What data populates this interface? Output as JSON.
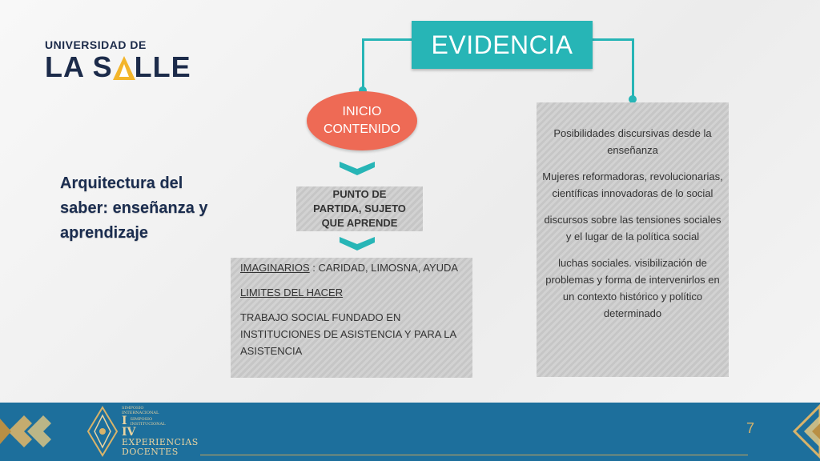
{
  "logo": {
    "line1": "UNIVERSIDAD DE",
    "line2_part1": "LA S",
    "line2_part2": "LLE"
  },
  "left_title": "Arquitectura del saber: enseñanza y aprendizaje",
  "evidence": "EVIDENCIA",
  "inicio": {
    "line1": "INICIO",
    "line2": "CONTENIDO"
  },
  "punto": {
    "line1": "PUNTO DE",
    "line2": "PARTIDA, SUJETO",
    "line3": "QUE APRENDE"
  },
  "imaginarios": {
    "label": "IMAGINARIOS",
    "rest": " : CARIDAD, LIMOSNA, AYUDA",
    "limites": "LIMITES DEL HACER",
    "trabajo": "TRABAJO SOCIAL FUNDADO EN INSTITUCIONES DE ASISTENCIA Y PARA LA ASISTENCIA"
  },
  "right_items": [
    "Posibilidades discursivas desde la enseñanza",
    "Mujeres reformadoras, revolucionarias, científicas innovadoras de lo social",
    "discursos sobre las tensiones sociales y el lugar de la política social",
    "luchas sociales. visibilización de problemas y forma de intervenirlos en un contexto histórico y político determinado"
  ],
  "footer": {
    "emblem_simposio1": "SIMPOSIO",
    "emblem_internacional": "INTERNACIONAL",
    "emblem_roman1": "I",
    "emblem_roman2": "IV",
    "emblem_simposio2": "SIMPOSIO",
    "emblem_institucional": "INSTITUCIONAL",
    "emblem_experiencias": "EXPERIENCIAS",
    "emblem_docentes": "DOCENTES",
    "page_number": "7"
  },
  "colors": {
    "teal": "#27b5b6",
    "coral": "#ee6a55",
    "navy": "#1c2b4a",
    "footer_blue": "#1d6f9c",
    "gold": "#d8b36a"
  }
}
